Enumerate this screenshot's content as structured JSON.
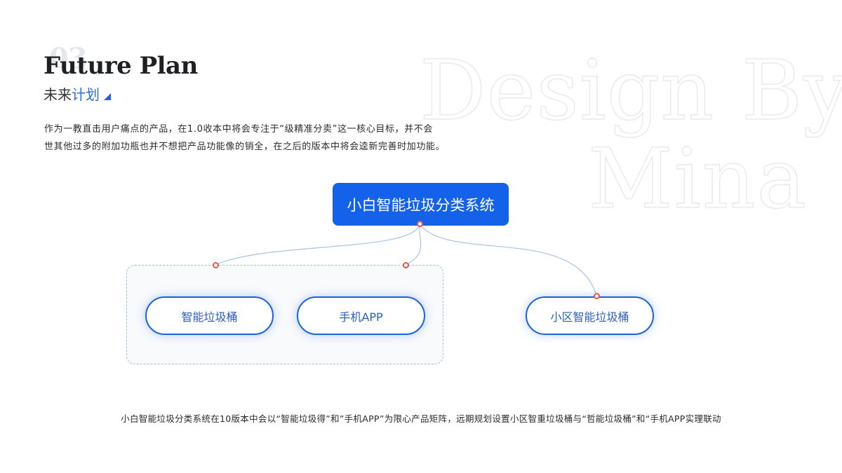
{
  "header": {
    "section_number": "03",
    "title": "Future Plan",
    "subtitle_plain": "未来",
    "subtitle_accent": "计划"
  },
  "watermark": {
    "line1": "Design By",
    "line2": "Mina"
  },
  "description": {
    "line1": "作为一教直击用户痛点的产品，在1.0收本中将会专注于“级精准分卖”这一核心目标，并不会",
    "line2": "世其他过多的附加功瓶也并不想把产品功能像的销全，在之后的版本中将会逵新完善时加功能。"
  },
  "diagram": {
    "root": "小白智能垃圾分类系统",
    "nodes": [
      "智能垃圾桶",
      "手机APP",
      "小区智能垃圾桶"
    ]
  },
  "footer": {
    "text": "小白智能垃圾分类系统在10版本中会以“智能垃圾得”和”手机APP”为限心产品矩阵，远期规划设置小区智重垃圾桶与“哲能垃圾桶”和“手机APP实理联动"
  },
  "colors": {
    "accent": "#1462ea",
    "connector": "#a9c3e8",
    "dot": "#e5544e"
  }
}
